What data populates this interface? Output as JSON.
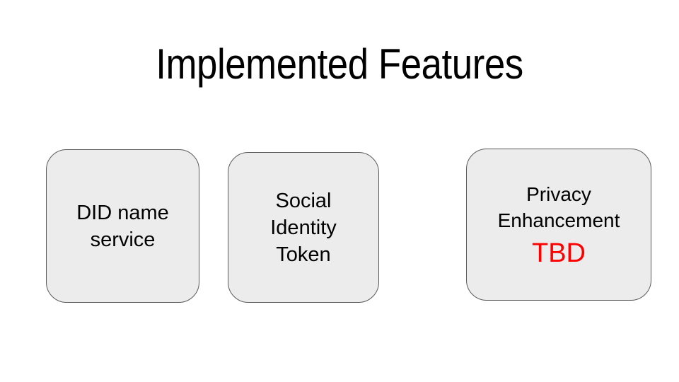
{
  "slide": {
    "title": "Implemented Features",
    "background_color": "#FFFFFF",
    "box_fill_color": "#ECECEC",
    "box_border_color": "#5A5A5A",
    "text_color": "#000000",
    "accent_color": "#FF0000"
  },
  "boxes": [
    {
      "id": "did-name-service",
      "lines": [
        "DID name",
        "service"
      ],
      "line_1": "DID name",
      "line_2": "service",
      "accent_label": "",
      "has_accent": false
    },
    {
      "id": "social-identity-token",
      "lines": [
        "Social",
        "Identity",
        "Token"
      ],
      "line_1": "Social",
      "line_2": "Identity",
      "line_3": "Token",
      "accent_label": "",
      "has_accent": false
    },
    {
      "id": "privacy-enhancement",
      "lines": [
        "Privacy",
        "Enhancement"
      ],
      "line_1": "Privacy",
      "line_2": "Enhancement",
      "accent_label": "TBD",
      "has_accent": true
    }
  ]
}
